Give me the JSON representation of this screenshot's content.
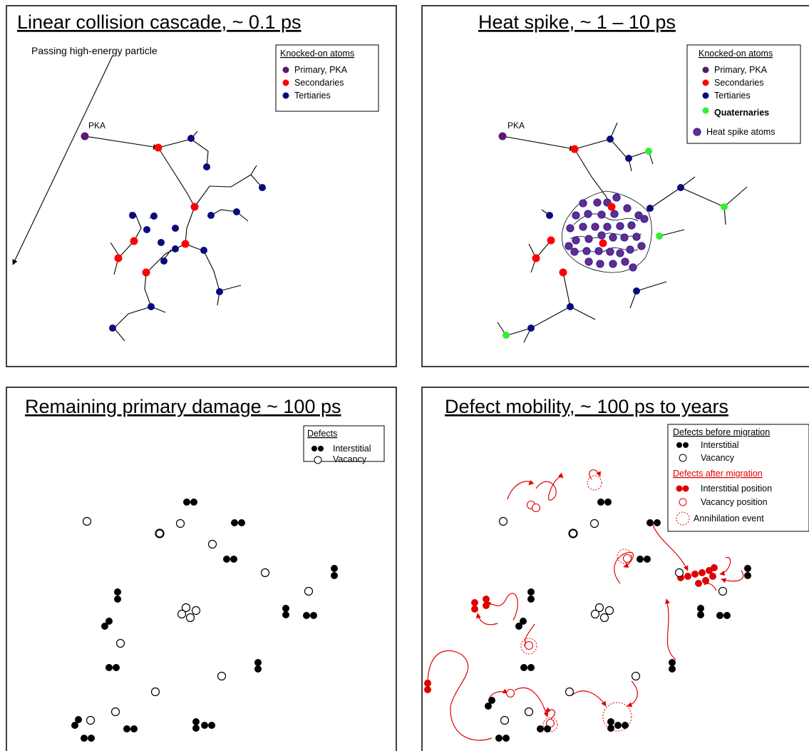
{
  "panels": [
    {
      "title": "Linear collision cascade, ~ 0.1 ps",
      "annotation": "Passing high-energy particle",
      "pka_label": "PKA",
      "legend": {
        "heading": "Knocked-on atoms",
        "items": [
          "Primary, PKA",
          "Secondaries",
          "Tertiaries"
        ]
      }
    },
    {
      "title": "Heat spike, ~ 1 – 10 ps",
      "pka_label": "PKA",
      "legend": {
        "heading": "Knocked-on atoms",
        "items": [
          "Primary, PKA",
          "Secondaries",
          "Tertiaries",
          "Quaternaries",
          "Heat spike atoms"
        ]
      }
    },
    {
      "title": "Remaining primary damage ~ 100 ps",
      "legend": {
        "heading": "Defects",
        "items": [
          "Interstitial",
          "Vacancy"
        ]
      }
    },
    {
      "title": "Defect mobility, ~ 100 ps to years",
      "legend": {
        "heading_before": "Defects before migration",
        "items_before": [
          "Interstitial",
          "Vacancy"
        ],
        "heading_after": "Defects after migration",
        "items_after": [
          "Interstitial position",
          "Vacancy position",
          "Annihilation event"
        ]
      }
    }
  ],
  "colors": {
    "primary": "#5b1a6b",
    "secondary": "#ff0000",
    "tertiary": "#0a0a7a",
    "quaternary": "#33ee33",
    "heat_spike_fill": "#6a2a8a",
    "heat_spike_ring": "#2a2aa0",
    "interstitial": "#000000",
    "migration": "#e00000"
  }
}
